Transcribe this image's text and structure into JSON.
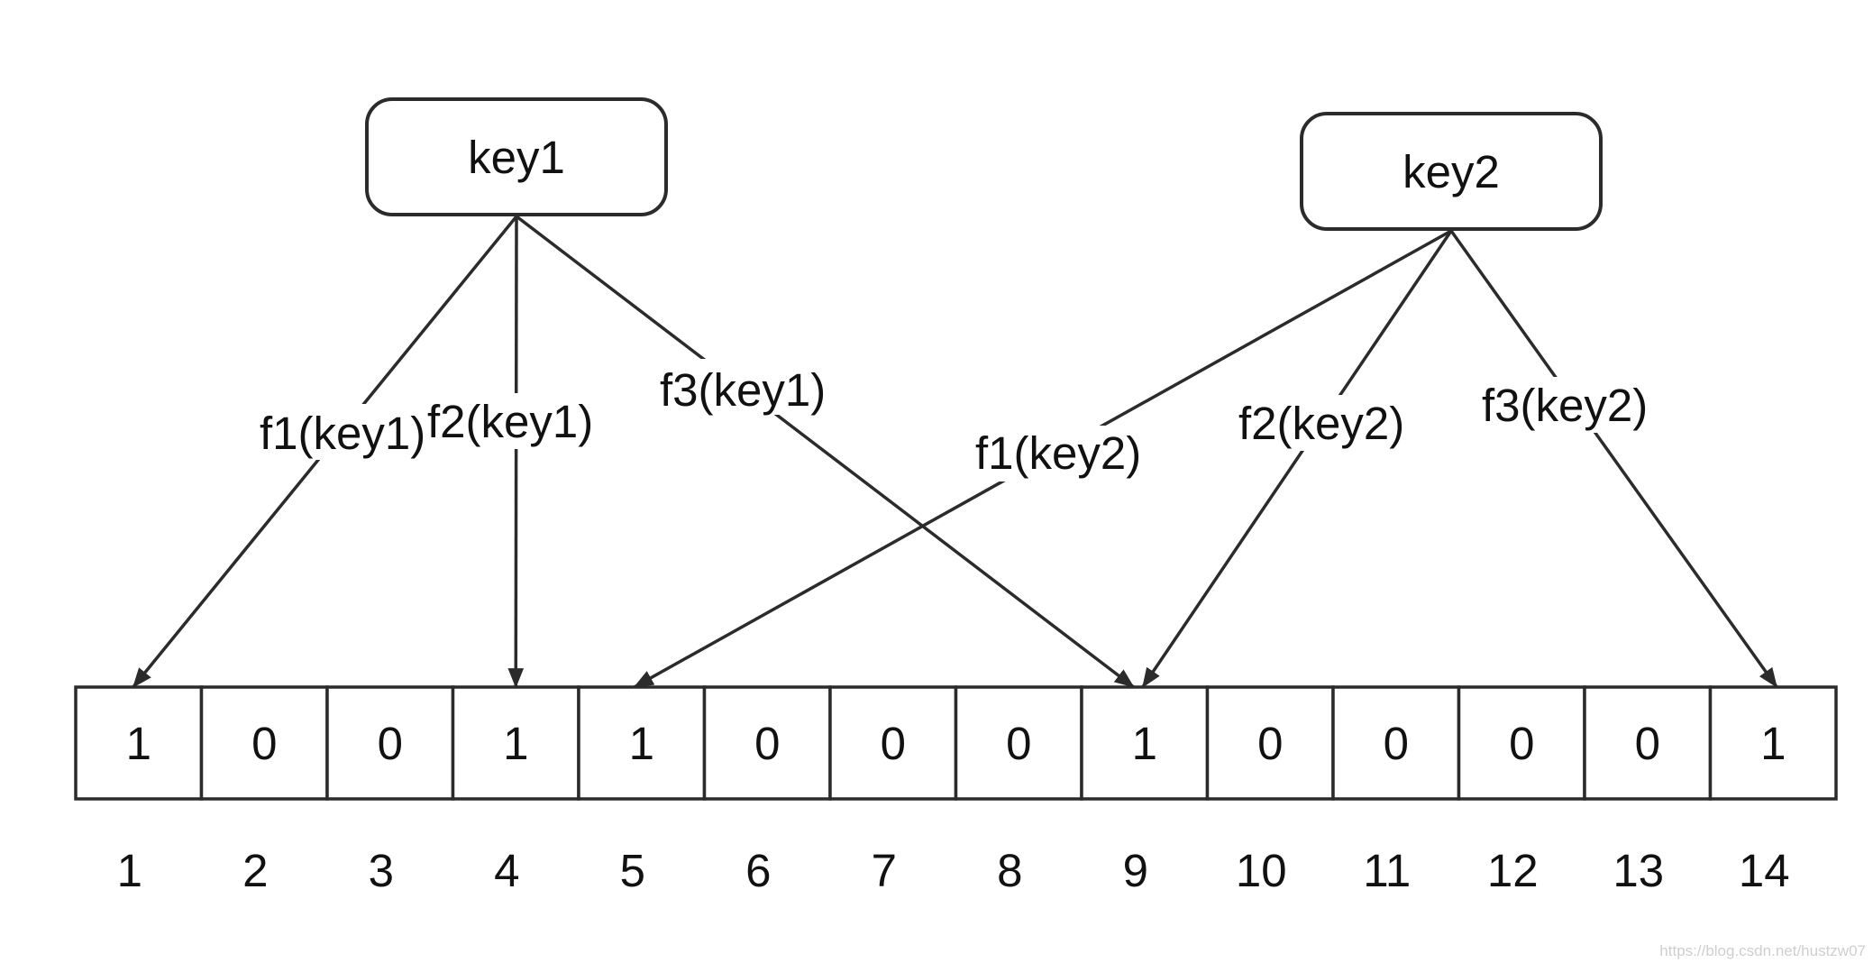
{
  "keys": [
    {
      "id": "key1",
      "label": "key1"
    },
    {
      "id": "key2",
      "label": "key2"
    }
  ],
  "bits": [
    1,
    0,
    0,
    1,
    1,
    0,
    0,
    0,
    1,
    0,
    0,
    0,
    0,
    1
  ],
  "indices": [
    "1",
    "2",
    "3",
    "4",
    "5",
    "6",
    "7",
    "8",
    "9",
    "10",
    "11",
    "12",
    "13",
    "14"
  ],
  "mappings": [
    {
      "key": "key1",
      "label": "f1(key1)",
      "target": 1
    },
    {
      "key": "key1",
      "label": "f2(key1)",
      "target": 4
    },
    {
      "key": "key1",
      "label": "f3(key1)",
      "target": 9
    },
    {
      "key": "key2",
      "label": "f1(key2)",
      "target": 5
    },
    {
      "key": "key2",
      "label": "f2(key2)",
      "target": 9
    },
    {
      "key": "key2",
      "label": "f3(key2)",
      "target": 14
    }
  ],
  "colors": {
    "stroke": "#2b2b2b",
    "text": "#111111",
    "background": "#ffffff"
  },
  "watermark": "https://blog.csdn.net/hustzw07"
}
